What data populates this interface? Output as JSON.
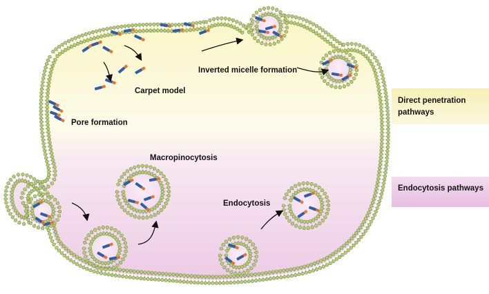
{
  "labels": {
    "carpet_model": "Carpet model",
    "inverted_micelle": "Inverted micelle formation",
    "pore_formation": "Pore formation",
    "macropinocytosis": "Macropinocytosis",
    "endocytosis": "Endocytosis"
  },
  "side_panels": {
    "direct_line1": "Direct penetration",
    "direct_line2": "pathways",
    "endocytosis_pathways": "Endocytosis pathways"
  },
  "colors": {
    "membrane_head": "#b8cb7e",
    "membrane_head_stroke": "#6f8a3c",
    "cytoplasm_top": "#fbf6c6",
    "cytoplasm_bottom": "#eecde8",
    "peptide_blue": "#2f5da8",
    "peptide_orange": "#e8732c",
    "direct_panel": "#f8f3bf",
    "endo_panel": "#e9c2e2"
  }
}
